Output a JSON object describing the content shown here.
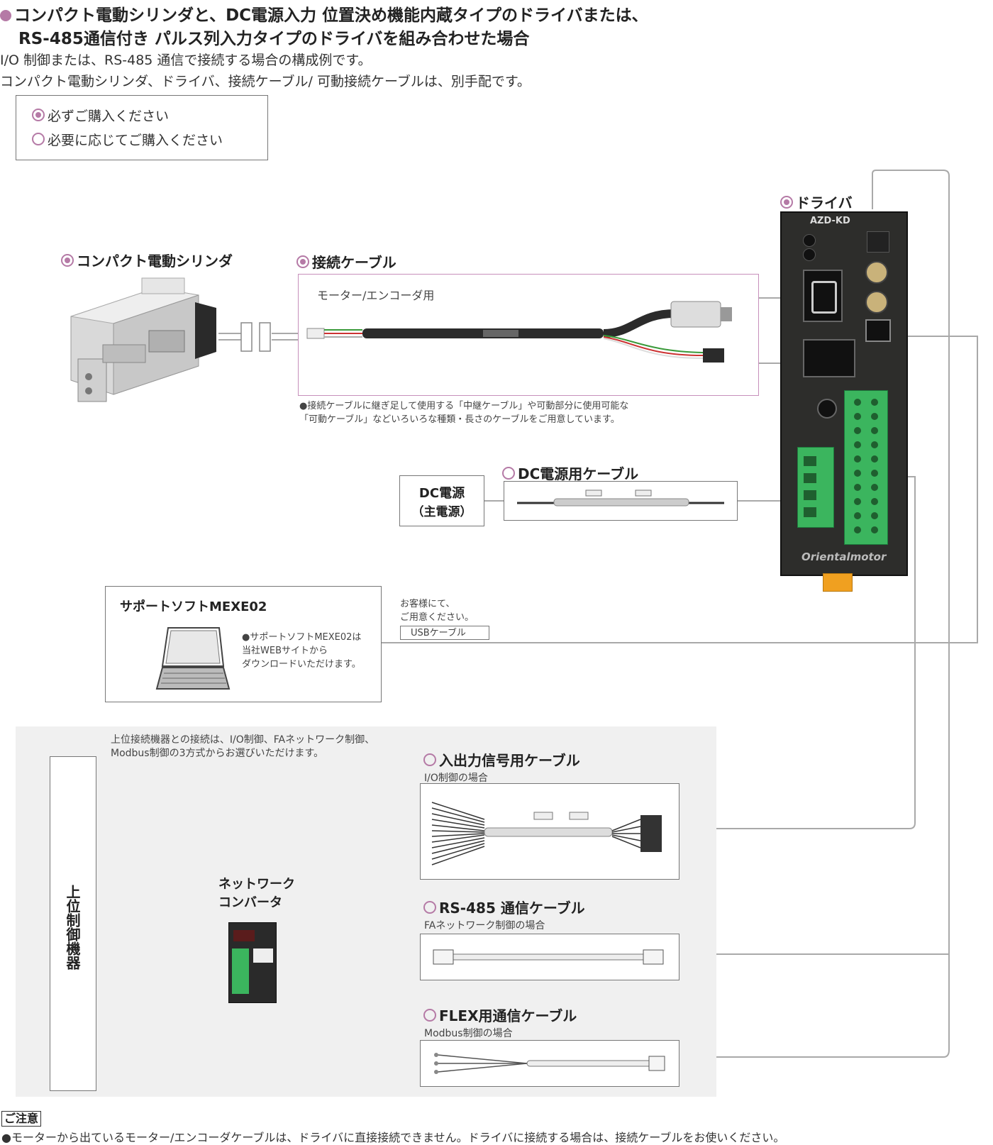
{
  "header": {
    "title_line1": "コンパクト電動シリンダと、DC電源入力 位置決め機能内蔵タイプのドライバまたは、",
    "title_line2": "RS-485通信付き パルス列入力タイプのドライバを組み合わせた場合",
    "desc_line1": "I/O 制御または、RS-485 通信で接続する場合の構成例です。",
    "desc_line2": "コンパクト電動シリンダ、ドライバ、接続ケーブル/ 可動接続ケーブルは、別手配です。"
  },
  "legend": {
    "required": "必ずご購入ください",
    "optional": "必要に応じてご購入ください"
  },
  "components": {
    "cylinder": "コンパクト電動シリンダ",
    "cable": "接続ケーブル",
    "cable_sub": "モーター/エンコーダ用",
    "cable_note_line1": "●接続ケーブルに継ぎ足して使用する「中継ケーブル」や可動部分に使用可能な",
    "cable_note_line2": "「可動ケーブル」などいろいろな種類・長さのケーブルをご用意しています。",
    "driver": "ドライバ",
    "driver_model": "AZD-KD",
    "driver_brand": "Orientalmotor",
    "dc_power_line1": "DC電源",
    "dc_power_line2": "（主電源）",
    "dc_cable": "DC電源用ケーブル",
    "software_title": "サポートソフトMEXE02",
    "software_note_line1": "●サポートソフトMEXE02は",
    "software_note_line2": "当社WEBサイトから",
    "software_note_line3": "ダウンロードいただけます。",
    "usb_note_line1": "お客様にて、",
    "usb_note_line2": "ご用意ください。",
    "usb_cable": "USBケーブル"
  },
  "host": {
    "note_line1": "上位接続機器との接続は、I/O制御、FAネットワーク制御、",
    "note_line2": "Modbus制御の3方式からお選びいただけます。",
    "controller": "上位制御機器",
    "converter_line1": "ネットワーク",
    "converter_line2": "コンバータ",
    "io_cable": "入出力信号用ケーブル",
    "io_case": "I/O制御の場合",
    "rs485_cable": "RS-485 通信ケーブル",
    "rs485_case": "FAネットワーク制御の場合",
    "flex_cable": "FLEX用通信ケーブル",
    "flex_case": "Modbus制御の場合"
  },
  "footer": {
    "caution_label": "ご注意",
    "caution_text": "●モーターから出ているモーター/エンコーダケーブルは、ドライバに直接接続できません。ドライバに接続する場合は、接続ケーブルをお使いください。"
  },
  "colors": {
    "accent": "#b57aa6",
    "terminal_green": "#3bb55e",
    "driver_body": "#2d2d2b",
    "connector_orange": "#f0a020",
    "panel_gray": "#f0f0f0"
  }
}
